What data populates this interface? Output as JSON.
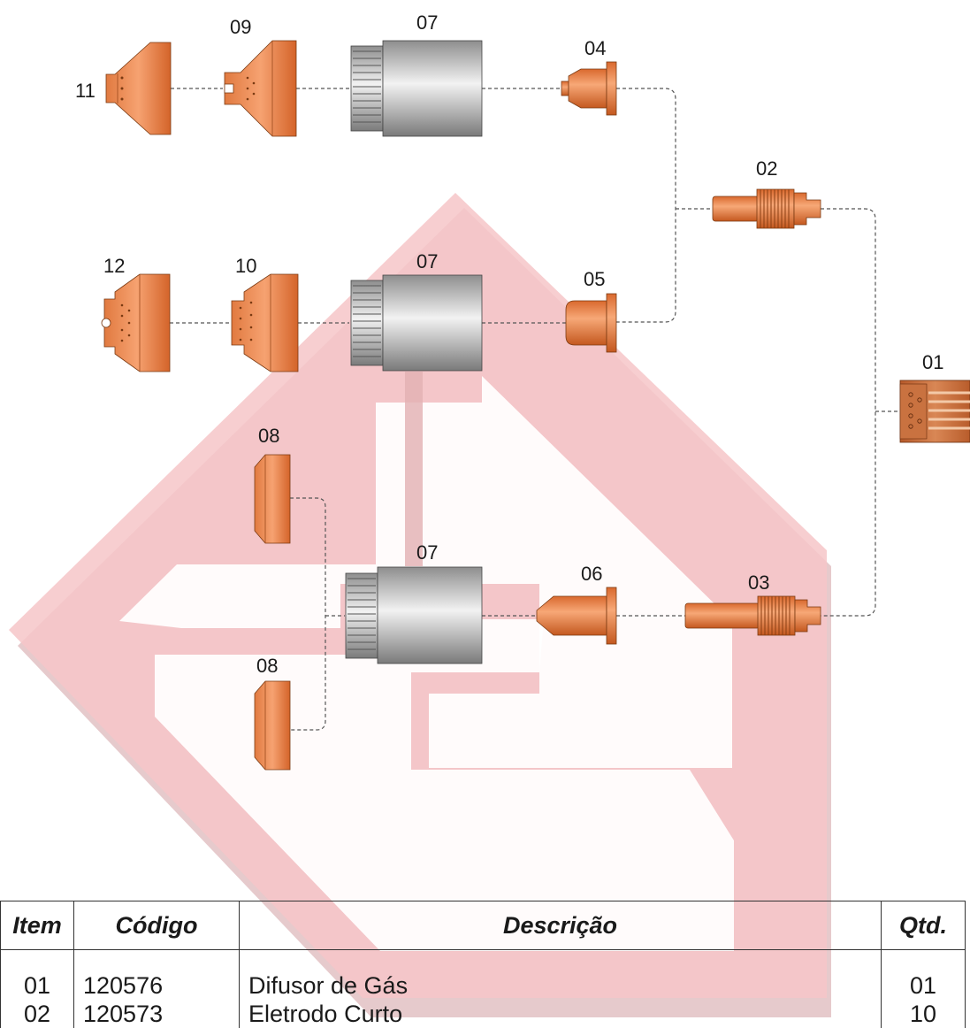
{
  "labels": {
    "p01": "01",
    "p02": "02",
    "p03": "03",
    "p04": "04",
    "p05": "05",
    "p06": "06",
    "p07a": "07",
    "p07b": "07",
    "p07c": "07",
    "p08a": "08",
    "p08b": "08",
    "p09": "09",
    "p10": "10",
    "p11": "11",
    "p12": "12"
  },
  "table": {
    "headers": {
      "item": "Item",
      "code": "Código",
      "desc": "Descrição",
      "qty": "Qtd."
    },
    "rows": [
      {
        "item": "01",
        "code": "120576",
        "desc": "Difusor de Gás",
        "qty": "01"
      },
      {
        "item": "02",
        "code": "120573",
        "desc": "Eletrodo Curto",
        "qty": "10"
      }
    ]
  }
}
